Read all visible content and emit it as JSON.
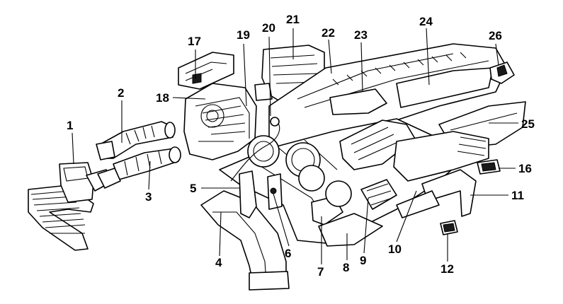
{
  "diagram": {
    "labels": {
      "p1": "1",
      "p2": "2",
      "p3": "3",
      "p4": "4",
      "p5": "5",
      "p6": "6",
      "p7": "7",
      "p8": "8",
      "p9": "9",
      "p10": "10",
      "p11": "11",
      "p12": "12",
      "p16": "16",
      "p17": "17",
      "p18": "18",
      "p19": "19",
      "p20": "20",
      "p21": "21",
      "p22": "22",
      "p23": "23",
      "p24": "24",
      "p25": "25",
      "p26": "26"
    }
  }
}
